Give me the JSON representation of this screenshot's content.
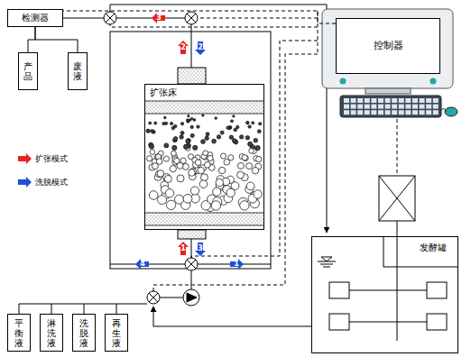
{
  "diagram": {
    "nodes": [
      {
        "text": [
          "检测器"
        ]
      },
      {
        "text": [
          "产品"
        ]
      },
      {
        "text": [
          "废液"
        ]
      },
      {
        "text": [
          "扩张床"
        ]
      },
      {
        "text": [
          "控制器"
        ]
      },
      {
        "text": [
          "发酵罐"
        ]
      },
      {
        "text": [
          "平衡液"
        ]
      },
      {
        "text": [
          "淋洗液"
        ]
      },
      {
        "text": [
          "洗脱液"
        ]
      },
      {
        "text": [
          "再生液"
        ]
      }
    ],
    "edges": [
      {
        "from": 0,
        "to": 1,
        "arrow": "none"
      },
      {
        "from": 0,
        "to": 2,
        "arrow": "none"
      },
      {
        "from": 4,
        "to": 0,
        "arrow": "none"
      }
    ],
    "labels": [
      "3",
      "2",
      "2",
      "1",
      "3",
      "4",
      "1"
    ],
    "legend": [
      {
        "text": "扩张模式",
        "color": "#e8231f"
      },
      {
        "text": "洗脱模式",
        "color": "#1f4fd6"
      }
    ]
  }
}
